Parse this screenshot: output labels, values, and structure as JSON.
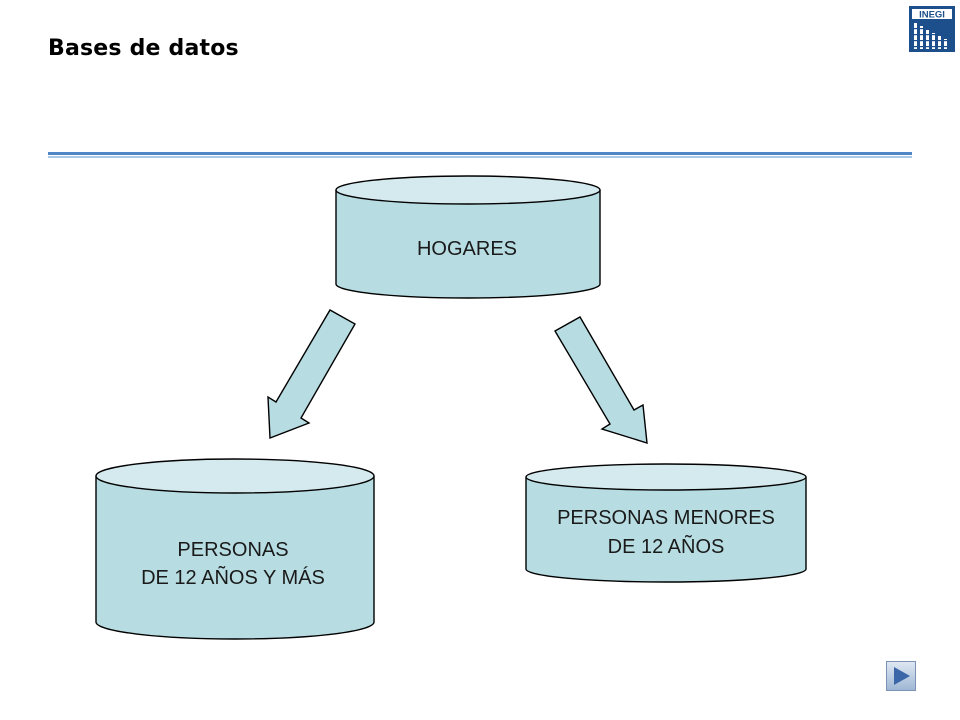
{
  "header": {
    "title": "Bases de datos",
    "logo_text": "INEGI"
  },
  "diagram": {
    "nodes": {
      "hogares": {
        "lines": [
          "HOGARES"
        ]
      },
      "personas_12_mas": {
        "lines": [
          "PERSONAS",
          "DE 12 AÑOS Y MÁS"
        ]
      },
      "personas_menores": {
        "lines": [
          "PERSONAS MENORES",
          "DE 12 AÑOS"
        ]
      }
    }
  },
  "navigation": {
    "next_icon": "play-triangle-icon"
  },
  "colors": {
    "cylinder_fill": "#b7dde3",
    "cylinder_top": "#d4eaee",
    "arrow_fill": "#b7dde3",
    "stroke": "#000000",
    "divider": "#4f86c6",
    "logo_blue": "#1c4f8c"
  }
}
